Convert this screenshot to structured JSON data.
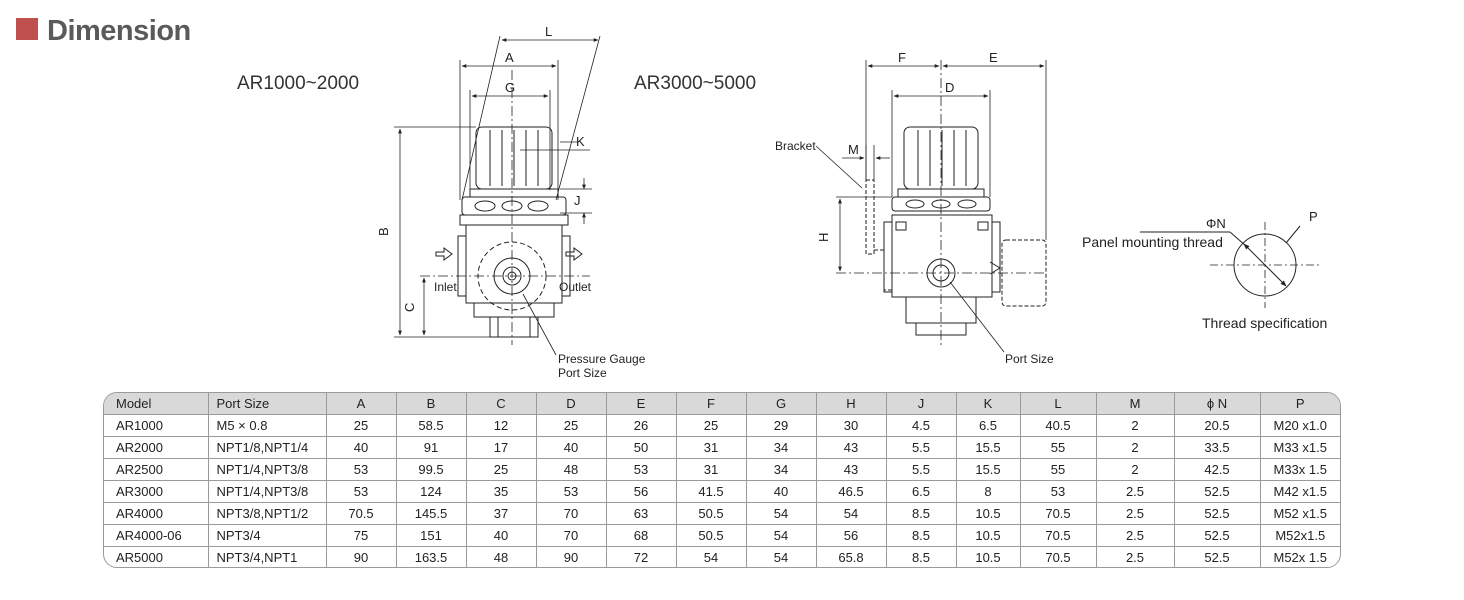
{
  "header": {
    "title": "Dimension",
    "accent_color": "#c0504d"
  },
  "drawings": {
    "left_series": "AR1000~2000",
    "right_series": "AR3000~5000",
    "left_labels": {
      "A": "A",
      "L": "L",
      "G": "G",
      "K": "K",
      "J": "J",
      "B": "B",
      "C": "C",
      "inlet": "Inlet",
      "outlet": "Outlet",
      "gauge_line1": "Pressure Gauge",
      "gauge_line2": "Port Size"
    },
    "right_labels": {
      "F": "F",
      "E": "E",
      "D": "D",
      "M": "M",
      "H": "H",
      "bracket": "Bracket",
      "port_size": "Port Size"
    },
    "thread_labels": {
      "N": "ΦN",
      "P": "P",
      "panel": "Panel mounting thread",
      "spec": "Thread specification"
    }
  },
  "table": {
    "headers": [
      "Model",
      "Port Size",
      "A",
      "B",
      "C",
      "D",
      "E",
      "F",
      "G",
      "H",
      "J",
      "K",
      "L",
      "M",
      "ϕ N",
      "P"
    ],
    "rows": [
      [
        "AR1000",
        "M5 × 0.8",
        "25",
        "58.5",
        "12",
        "25",
        "26",
        "25",
        "29",
        "30",
        "4.5",
        "6.5",
        "40.5",
        "2",
        "20.5",
        "M20 x1.0"
      ],
      [
        "AR2000",
        "NPT1/8,NPT1/4",
        "40",
        "91",
        "17",
        "40",
        "50",
        "31",
        "34",
        "43",
        "5.5",
        "15.5",
        "55",
        "2",
        "33.5",
        "M33 x1.5"
      ],
      [
        "AR2500",
        "NPT1/4,NPT3/8",
        "53",
        "99.5",
        "25",
        "48",
        "53",
        "31",
        "34",
        "43",
        "5.5",
        "15.5",
        "55",
        "2",
        "42.5",
        "M33x 1.5"
      ],
      [
        "AR3000",
        "NPT1/4,NPT3/8",
        "53",
        "124",
        "35",
        "53",
        "56",
        "41.5",
        "40",
        "46.5",
        "6.5",
        "8",
        "53",
        "2.5",
        "52.5",
        "M42 x1.5"
      ],
      [
        "AR4000",
        "NPT3/8,NPT1/2",
        "70.5",
        "145.5",
        "37",
        "70",
        "63",
        "50.5",
        "54",
        "54",
        "8.5",
        "10.5",
        "70.5",
        "2.5",
        "52.5",
        "M52 x1.5"
      ],
      [
        "AR4000-06",
        "NPT3/4",
        "75",
        "151",
        "40",
        "70",
        "68",
        "50.5",
        "54",
        "56",
        "8.5",
        "10.5",
        "70.5",
        "2.5",
        "52.5",
        "M52x1.5"
      ],
      [
        "AR5000",
        "NPT3/4,NPT1",
        "90",
        "163.5",
        "48",
        "90",
        "72",
        "54",
        "54",
        "65.8",
        "8.5",
        "10.5",
        "70.5",
        "2.5",
        "52.5",
        "M52x 1.5"
      ]
    ]
  }
}
